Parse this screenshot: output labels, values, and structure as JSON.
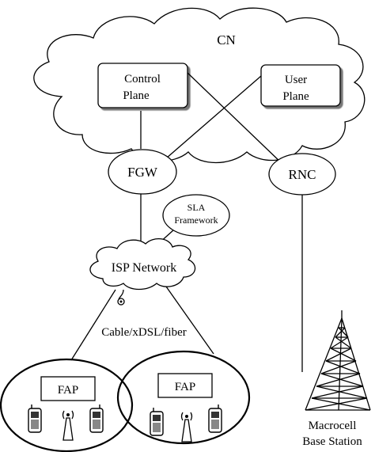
{
  "cn": {
    "label": "CN"
  },
  "control_plane": {
    "line1": "Control",
    "line2": "Plane"
  },
  "user_plane": {
    "line1": "User",
    "line2": "Plane"
  },
  "fgw": {
    "label": "FGW"
  },
  "rnc": {
    "label": "RNC"
  },
  "sla": {
    "line1": "SLA",
    "line2": "Framework"
  },
  "isp": {
    "label": "ISP Network"
  },
  "link": {
    "label": "Cable/xDSL/fiber"
  },
  "fap_left": {
    "label": "FAP"
  },
  "fap_right": {
    "label": "FAP"
  },
  "macrocell": {
    "line1": "Macrocell",
    "line2": "Base Station"
  },
  "icons": [
    "cloud-icon",
    "mobile-phone-icon",
    "antenna-icon",
    "transmission-tower-icon",
    "modem-icon"
  ]
}
